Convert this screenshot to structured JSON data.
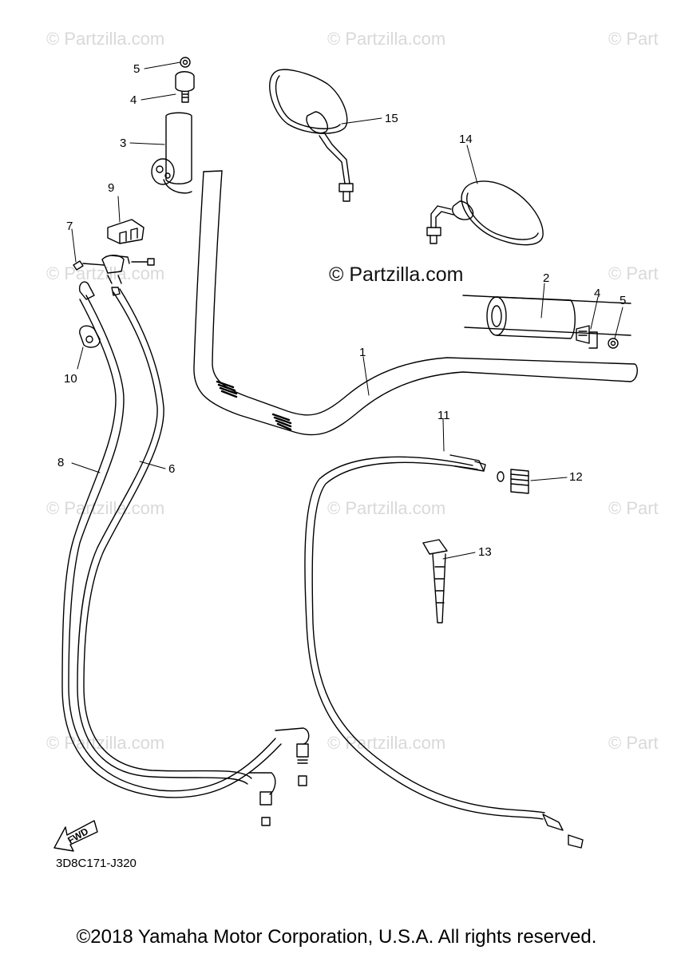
{
  "watermark": {
    "text": "© Partzilla.com",
    "text_cut": "© Part",
    "center_text": "© Partzilla.com"
  },
  "callouts": {
    "c1": "1",
    "c2": "2",
    "c3": "3",
    "c4a": "4",
    "c4b": "4",
    "c5a": "5",
    "c5b": "5",
    "c6": "6",
    "c7": "7",
    "c8": "8",
    "c9": "9",
    "c10": "10",
    "c11": "11",
    "c12": "12",
    "c13": "13",
    "c14": "14",
    "c15": "15"
  },
  "diagram_code": "3D8C171-J320",
  "fwd_label": "FWD",
  "copyright": "©2018 Yamaha Motor Corporation, U.S.A. All rights reserved."
}
